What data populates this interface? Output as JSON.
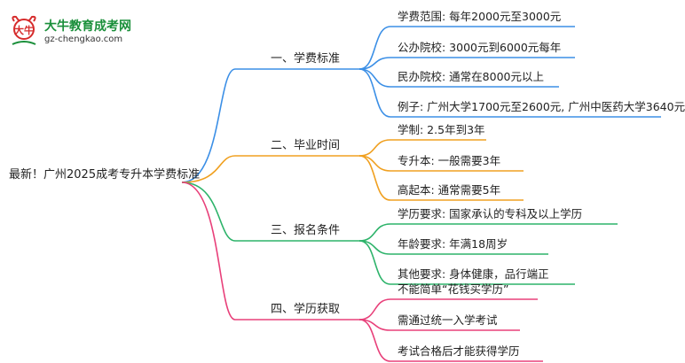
{
  "logo": {
    "title": "大牛教育成考网",
    "url": "gz-chengkao.com",
    "mark_text": "大牛",
    "colors": {
      "red": "#d62b2b",
      "green": "#1a8f3a"
    }
  },
  "mindmap": {
    "root": "最新！广州2025成考专升本学费标准",
    "branches": [
      {
        "label": "一、学费标准",
        "color": "#3b8fe6",
        "leaves": [
          "学费范围: 每年2000元至3000元",
          "公办院校: 3000元到6000元每年",
          "民办院校: 通常在8000元以上",
          "例子: 广州大学1700元至2600元, 广州中医药大学3640元"
        ]
      },
      {
        "label": "二、毕业时间",
        "color": "#f0a020",
        "leaves": [
          "学制: 2.5年到3年",
          "专升本: 一般需要3年",
          "高起本: 通常需要5年"
        ]
      },
      {
        "label": "三、报名条件",
        "color": "#2db36a",
        "leaves": [
          "学历要求: 国家承认的专科及以上学历",
          "年龄要求: 年满18周岁",
          "其他要求: 身体健康，品行端正"
        ]
      },
      {
        "label": "四、学历获取",
        "color": "#e8407a",
        "leaves": [
          "不能简单“花钱买学历”",
          "需通过统一入学考试",
          "考试合格后才能获得学历"
        ]
      }
    ]
  }
}
